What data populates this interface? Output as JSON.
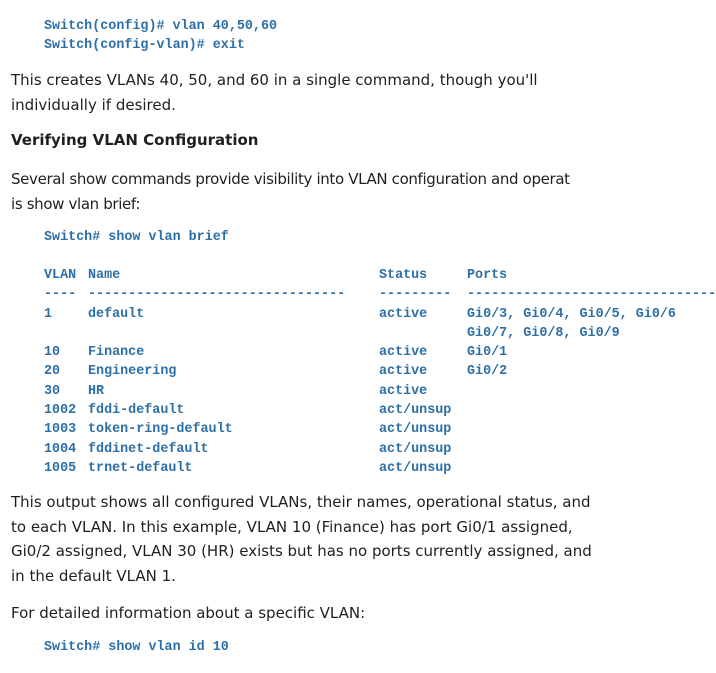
{
  "code_top": {
    "line1": "Switch(config)# vlan 40,50,60",
    "line2": "Switch(config-vlan)# exit"
  },
  "para1": {
    "line1": "This creates VLANs 40, 50, and 60 in a single command, though you'll",
    "line2": "individually if desired."
  },
  "heading": "Verifying VLAN Configuration",
  "para2": {
    "line1": "Several show commands provide visibility into VLAN configuration and operat",
    "line2": "is show vlan brief:"
  },
  "code_brief": "Switch# show vlan brief",
  "vlan_table": {
    "headers": [
      "VLAN",
      "Name",
      "Status",
      "Ports"
    ],
    "separators": [
      "----",
      "--------------------------------",
      "---------",
      "-------------------------------"
    ],
    "rows": [
      {
        "vlan": "1",
        "name": "default",
        "status": "active",
        "ports": "Gi0/3, Gi0/4, Gi0/5, Gi0/6"
      },
      {
        "vlan": "",
        "name": "",
        "status": "",
        "ports": "Gi0/7, Gi0/8, Gi0/9"
      },
      {
        "vlan": "10",
        "name": "Finance",
        "status": "active",
        "ports": "Gi0/1"
      },
      {
        "vlan": "20",
        "name": "Engineering",
        "status": "active",
        "ports": "Gi0/2"
      },
      {
        "vlan": "30",
        "name": "HR",
        "status": "active",
        "ports": ""
      },
      {
        "vlan": "1002",
        "name": "fddi-default",
        "status": "act/unsup",
        "ports": ""
      },
      {
        "vlan": "1003",
        "name": "token-ring-default",
        "status": "act/unsup",
        "ports": ""
      },
      {
        "vlan": "1004",
        "name": "fddinet-default",
        "status": "act/unsup",
        "ports": ""
      },
      {
        "vlan": "1005",
        "name": "trnet-default",
        "status": "act/unsup",
        "ports": ""
      }
    ]
  },
  "para3": {
    "line1": "This output shows all configured VLANs, their names, operational status, and",
    "line2": "to each VLAN. In this example, VLAN 10 (Finance) has port Gi0/1 assigned,",
    "line3": "Gi0/2 assigned, VLAN 30 (HR) exists but has no ports currently assigned, and",
    "line4": "in the default VLAN 1."
  },
  "para4": "For detailed information about a specific VLAN:",
  "code_id": "Switch# show vlan id 10"
}
